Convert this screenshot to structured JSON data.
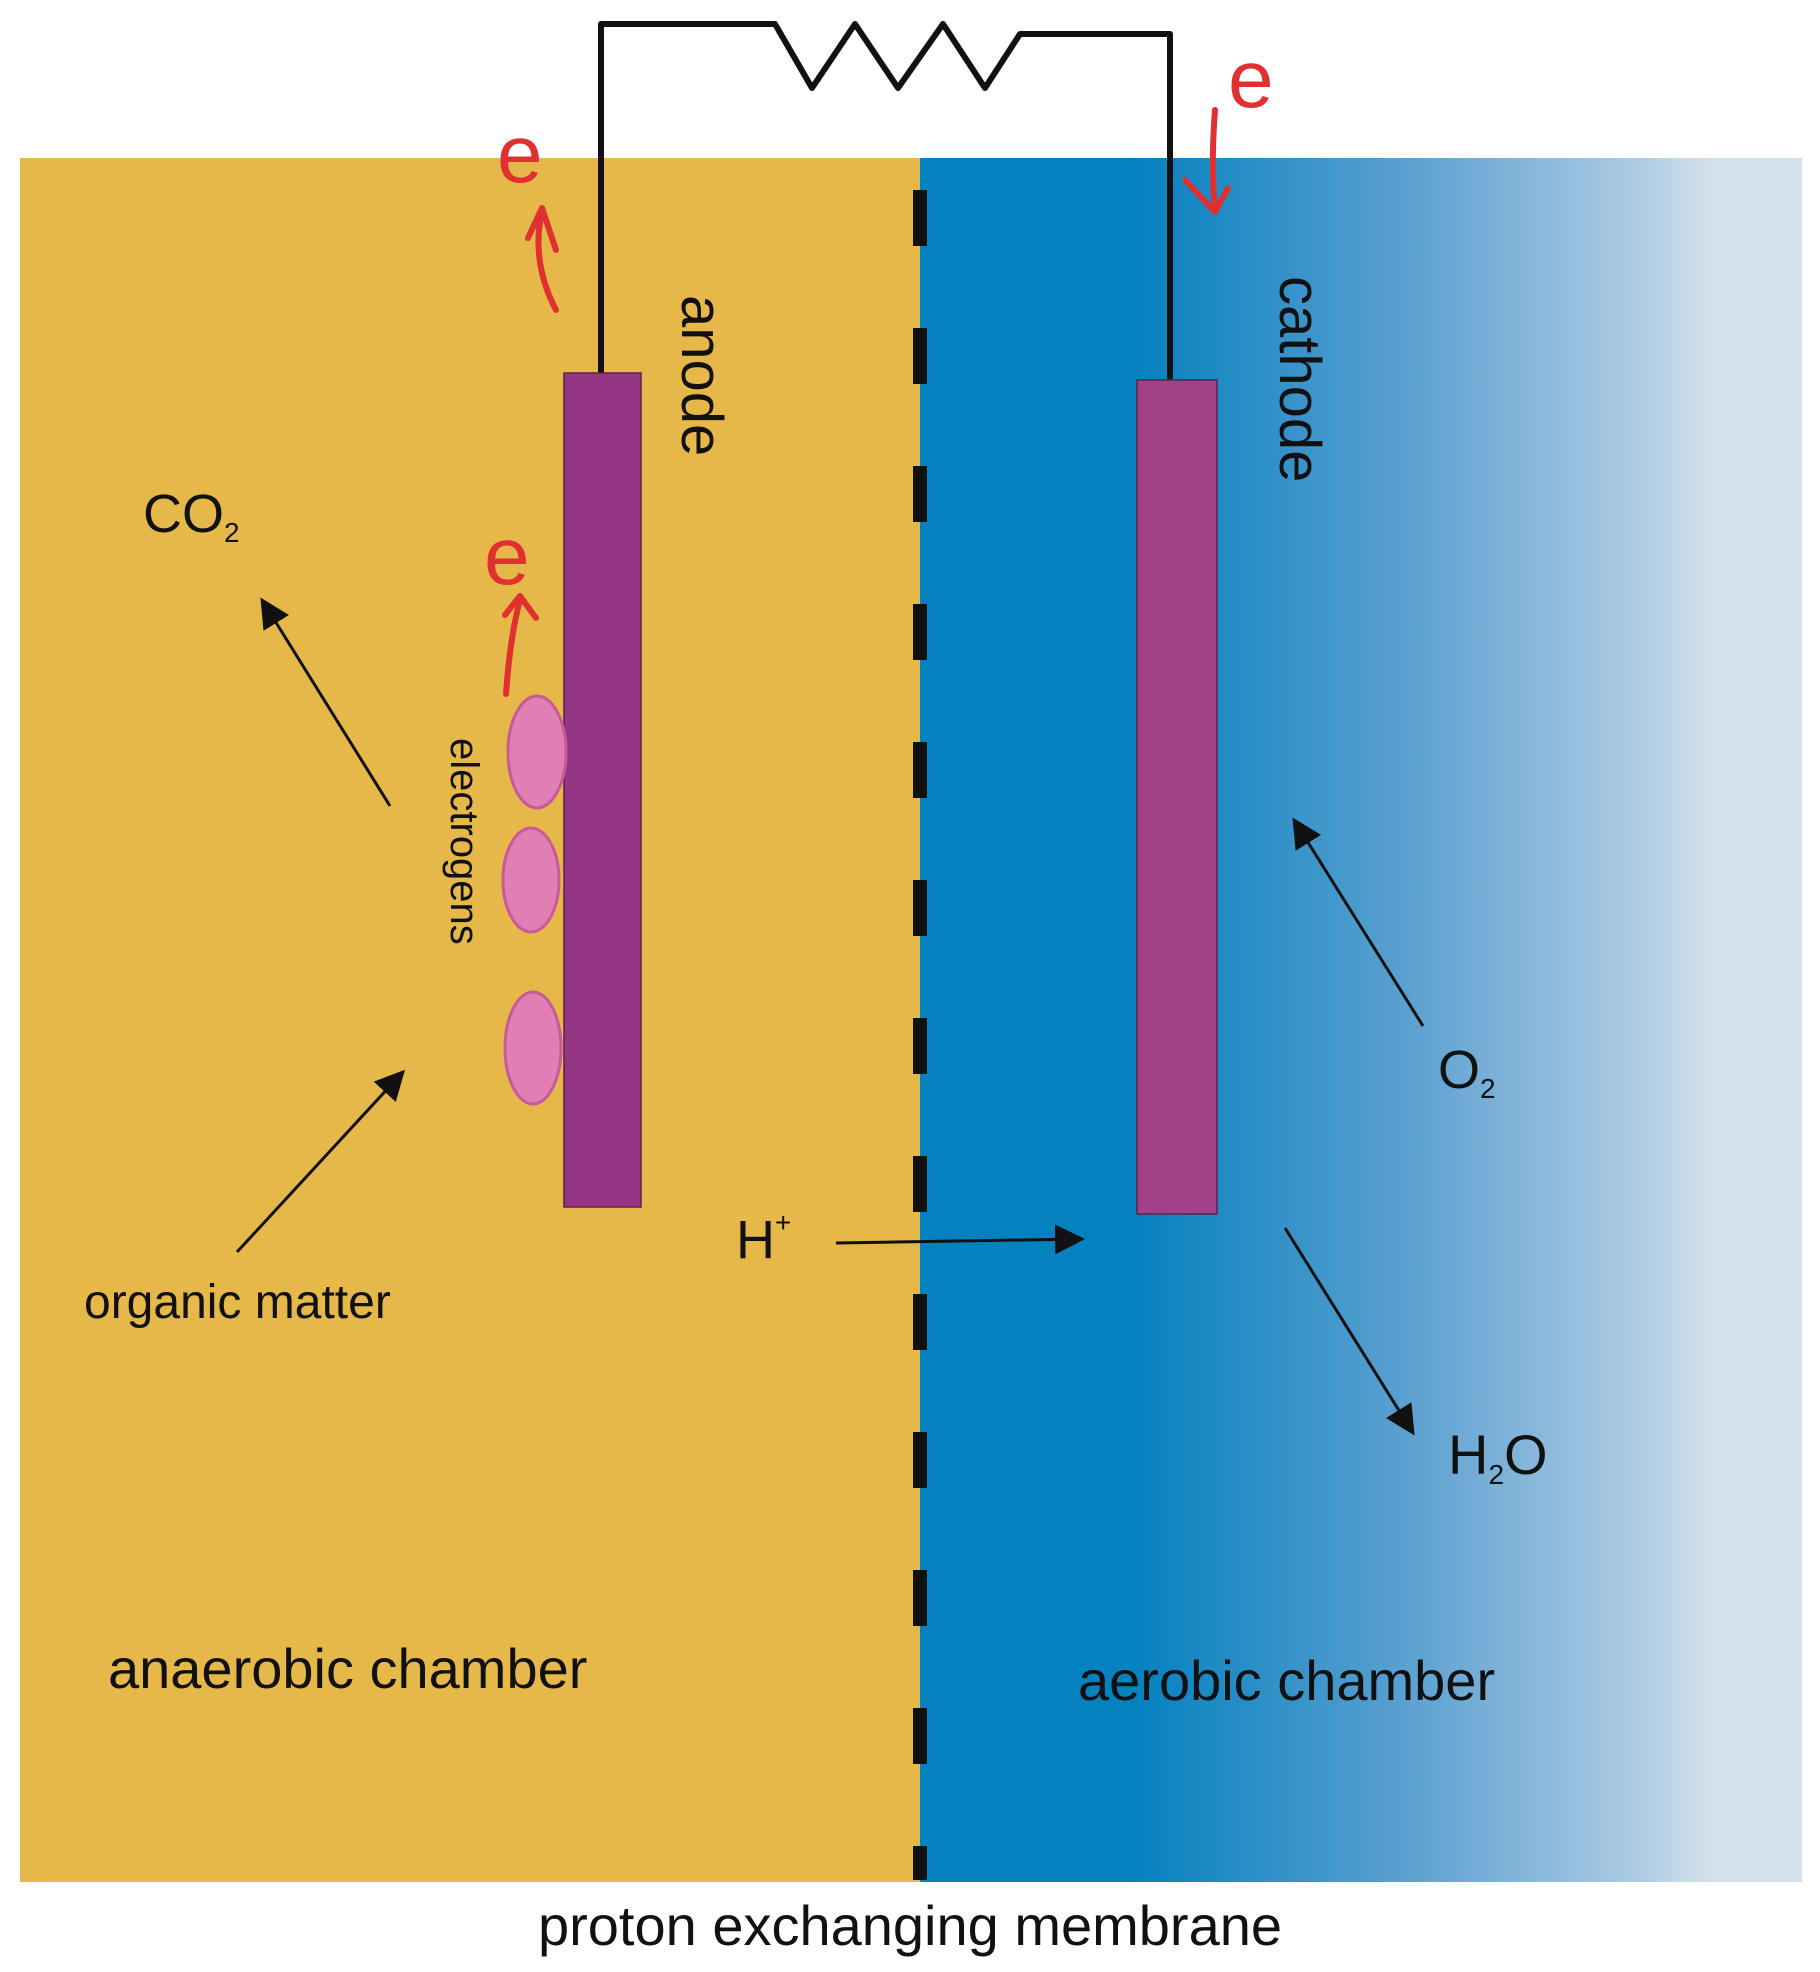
{
  "labels": {
    "anode": "anode",
    "cathode": "cathode",
    "electrogens": "electrogens",
    "co2_main": "CO",
    "co2_sub": "2",
    "o2_main": "O",
    "o2_sub": "2",
    "h_main": "H",
    "h_sup": "+",
    "h2o_h": "H",
    "h2o_sub": "2",
    "h2o_o": "O",
    "organic_matter": "organic matter",
    "anaerobic_chamber": "anaerobic chamber",
    "aerobic_chamber": "aerobic chamber",
    "membrane": "proton exchanging membrane",
    "electron": "e"
  },
  "colors": {
    "anaerobic": "#e6b84a",
    "aerobic_dark": "#0481bf",
    "aerobic_light": "#d4e1ec",
    "anode": "#943684",
    "cathode": "#a04288",
    "electrogen": "#e07fb4",
    "electron": "#e03030",
    "wire": "#111111"
  }
}
